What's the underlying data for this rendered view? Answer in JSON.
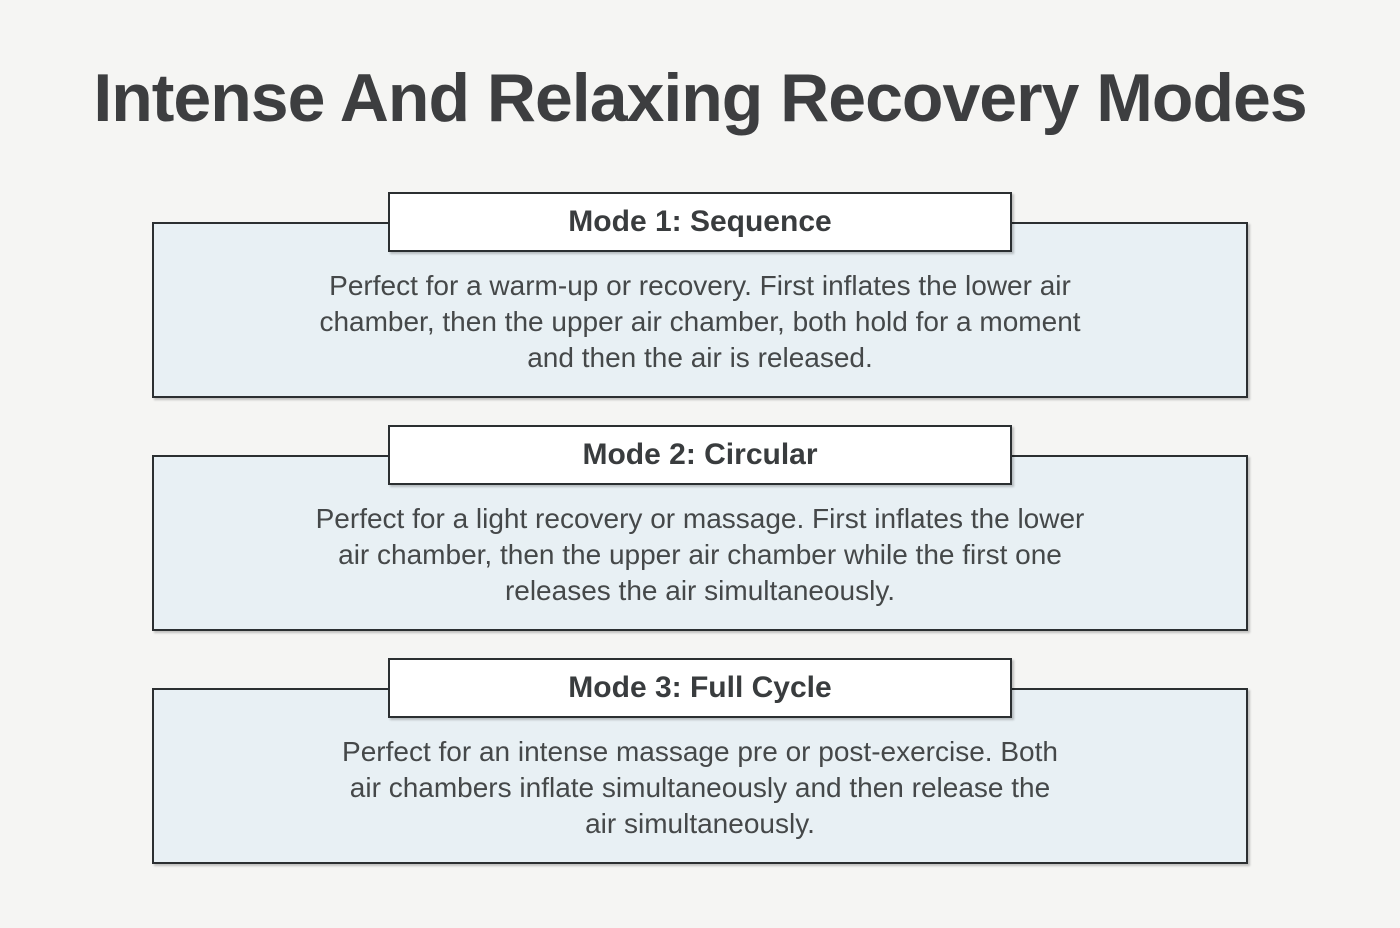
{
  "page": {
    "title": "Intense And Relaxing Recovery Modes"
  },
  "colors": {
    "background": "#f5f5f3",
    "panel_fill": "#e8f0f4",
    "header_fill": "#ffffff",
    "border": "#2b2f31",
    "title_text": "#3d3e40",
    "body_text": "#454849"
  },
  "sections": [
    {
      "title": "Mode 1: Sequence",
      "description": "Perfect for a warm-up or recovery. First inflates the lower air\nchamber, then the upper air chamber, both hold for a moment\nand then the air is released."
    },
    {
      "title": "Mode 2: Circular",
      "description": "Perfect for a light recovery or massage. First inflates the lower\nair chamber, then the upper air chamber while the first one\nreleases the air simultaneously."
    },
    {
      "title": "Mode 3: Full Cycle",
      "description": "Perfect for an intense massage pre or post-exercise. Both\nair chambers inflate simultaneously and then release the\nair simultaneously."
    }
  ]
}
